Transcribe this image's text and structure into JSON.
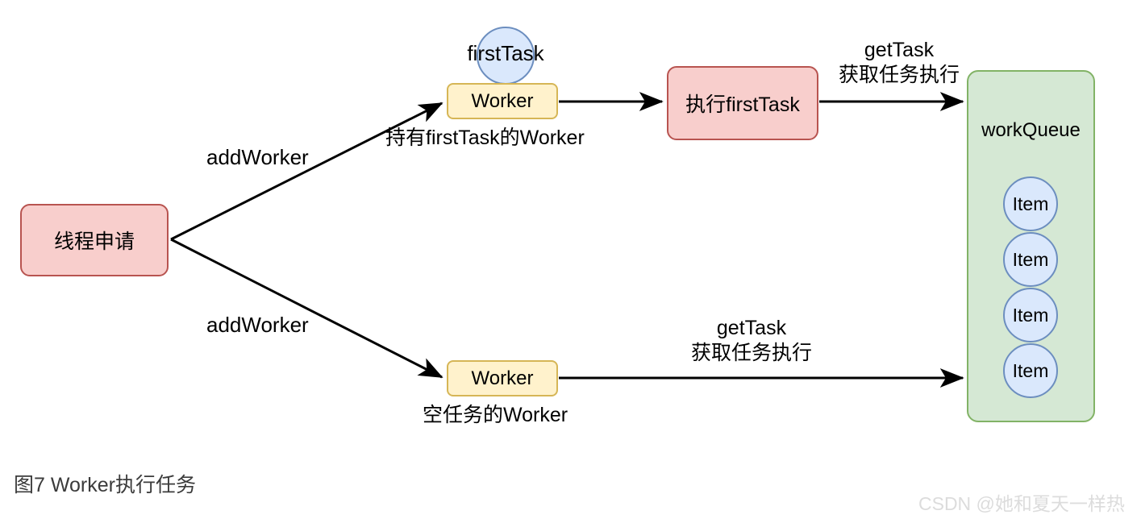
{
  "diagram": {
    "caption": "图7 Worker执行任务",
    "watermark": "CSDN @她和夏天一样热",
    "colors": {
      "pink_fill": "#f8cecc",
      "pink_stroke": "#b85450",
      "yellow_fill": "#fff2cc",
      "yellow_stroke": "#d6b656",
      "green_fill": "#d5e8d4",
      "green_stroke": "#82b366",
      "blue_fill": "#dae8fc",
      "blue_stroke": "#6c8ebf",
      "edge_stroke": "#000000"
    },
    "nodes": {
      "thread_request": "线程申请",
      "worker_top": "Worker",
      "worker_bottom": "Worker",
      "first_task_circle": "firstTask",
      "exec_first_task": "执行firstTask",
      "work_queue": "workQueue"
    },
    "queue_items": [
      {
        "label": "Item"
      },
      {
        "label": "Item"
      },
      {
        "label": "Item"
      },
      {
        "label": "Item"
      }
    ],
    "edge_labels": {
      "add_worker_top": "addWorker",
      "add_worker_bottom": "addWorker",
      "holds_first_task": "持有firstTask的Worker",
      "empty_task_worker": "空任务的Worker",
      "get_task_top_line1": "getTask",
      "get_task_top_line2": "获取任务执行",
      "get_task_bottom_line1": "getTask",
      "get_task_bottom_line2": "获取任务执行"
    }
  }
}
